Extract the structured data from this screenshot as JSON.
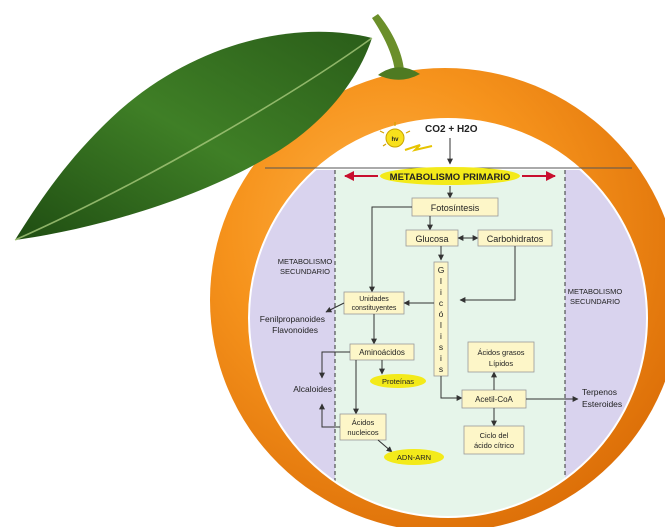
{
  "input": {
    "sun_label": "hv",
    "co2_h2o": "CO2 + H2O"
  },
  "header": {
    "title": "METABOLISMO PRIMARIO"
  },
  "side_labels": {
    "left_line1": "METABOLISMO",
    "left_line2": "SECUNDARIO",
    "right_line1": "METABOLISMO",
    "right_line2": "SECUNDARIO"
  },
  "nodes": {
    "fotosintesis": "Fotosíntesis",
    "glucosa": "Glucosa",
    "carbohidratos": "Carbohidratos",
    "unidades_line1": "Unidades",
    "unidades_line2": "constituyentes",
    "aminoacidos": "Aminoácidos",
    "proteinas": "Proteínas",
    "acidos_nucleicos_line1": "Ácidos",
    "acidos_nucleicos_line2": "nucleicos",
    "adn_arn": "ADN-ARN",
    "acidos_grasos_line1": "Ácidos grasos",
    "acidos_grasos_line2": "Lípidos",
    "acetil_coa": "Acetil-CoA",
    "ciclo_line1": "Ciclo del",
    "ciclo_line2": "ácido cítrico",
    "glicolisis": [
      "G",
      "l",
      "i",
      "c",
      "ó",
      "l",
      "i",
      "s",
      "i",
      "s"
    ]
  },
  "outer_labels": {
    "fenilpropanoides": "Fenilpropanoides",
    "flavonoides": "Flavonoides",
    "alcaloides": "Alcaloides",
    "terpenos": "Terpenos",
    "esteroides": "Esteroides"
  },
  "colors": {
    "orange": "#f28a12",
    "primary_bg": "#e6f5ea",
    "secondary_bg": "#d9d3ee",
    "box_fill": "#fdf6c8",
    "oval_fill": "#f3ea1a",
    "red_arrow": "#c8102e",
    "leaf": "#2f6b1e"
  }
}
